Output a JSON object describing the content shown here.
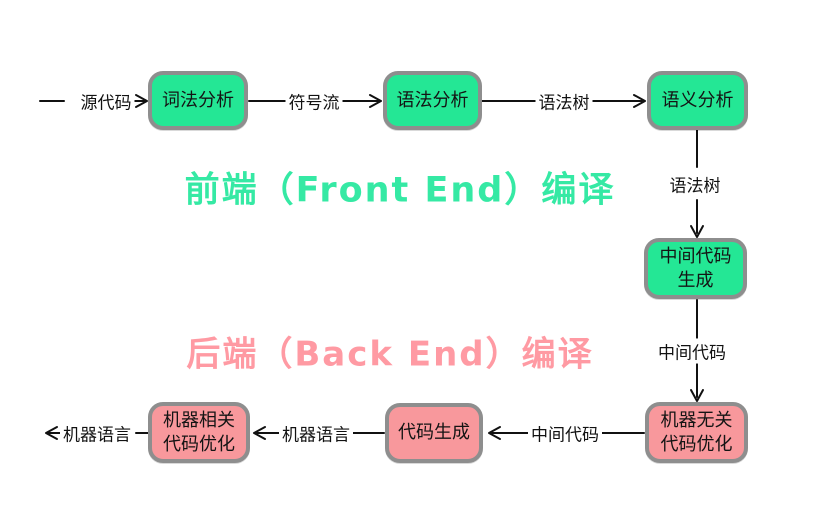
{
  "titles": {
    "front_end": "前端（Front End）编译",
    "back_end": "后端（Back End）编译"
  },
  "nodes": {
    "lexical": "词法分析",
    "syntax": "语法分析",
    "semantic": "语义分析",
    "ir_gen": "中间代码\n生成",
    "machine_independent_opt": "机器无关\n代码优化",
    "code_gen": "代码生成",
    "machine_dependent_opt": "机器相关\n代码优化"
  },
  "edge_labels": {
    "source_code": "源代码",
    "token_stream": "符号流",
    "syntax_tree_top": "语法树",
    "syntax_tree_vertical": "语法树",
    "intermediate_code_vertical": "中间代码",
    "intermediate_code_bottom": "中间代码",
    "machine_language_mid": "机器语言",
    "machine_language_out": "机器语言"
  },
  "colors": {
    "box_green": "#24e795",
    "box_pink": "#f8989c",
    "box_border": "#8e8e8e",
    "title_green": "#35e9a4",
    "title_pink": "#ff9aa3",
    "line": "#111111"
  }
}
